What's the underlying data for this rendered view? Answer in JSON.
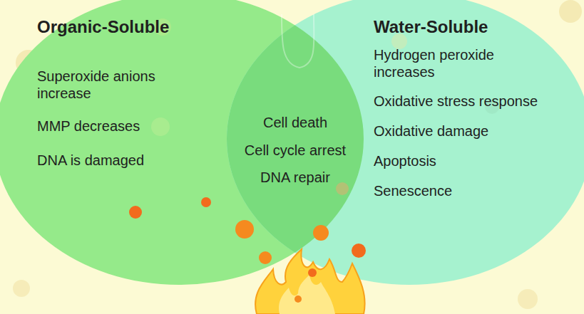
{
  "diagram": {
    "nodes": [
      {
        "text": [
          "Organic-Soluble",
          "Superoxide anions increase",
          "MMP decreases",
          "DNA is damaged"
        ]
      },
      {
        "text": [
          "Cell death",
          "Cell cycle arrest",
          "DNA repair"
        ]
      },
      {
        "text": [
          "Water-Soluble",
          "Hydrogen peroxide increases",
          "Oxidative stress response",
          "Oxidative damage",
          "Apoptosis",
          "Senescence"
        ]
      }
    ]
  }
}
